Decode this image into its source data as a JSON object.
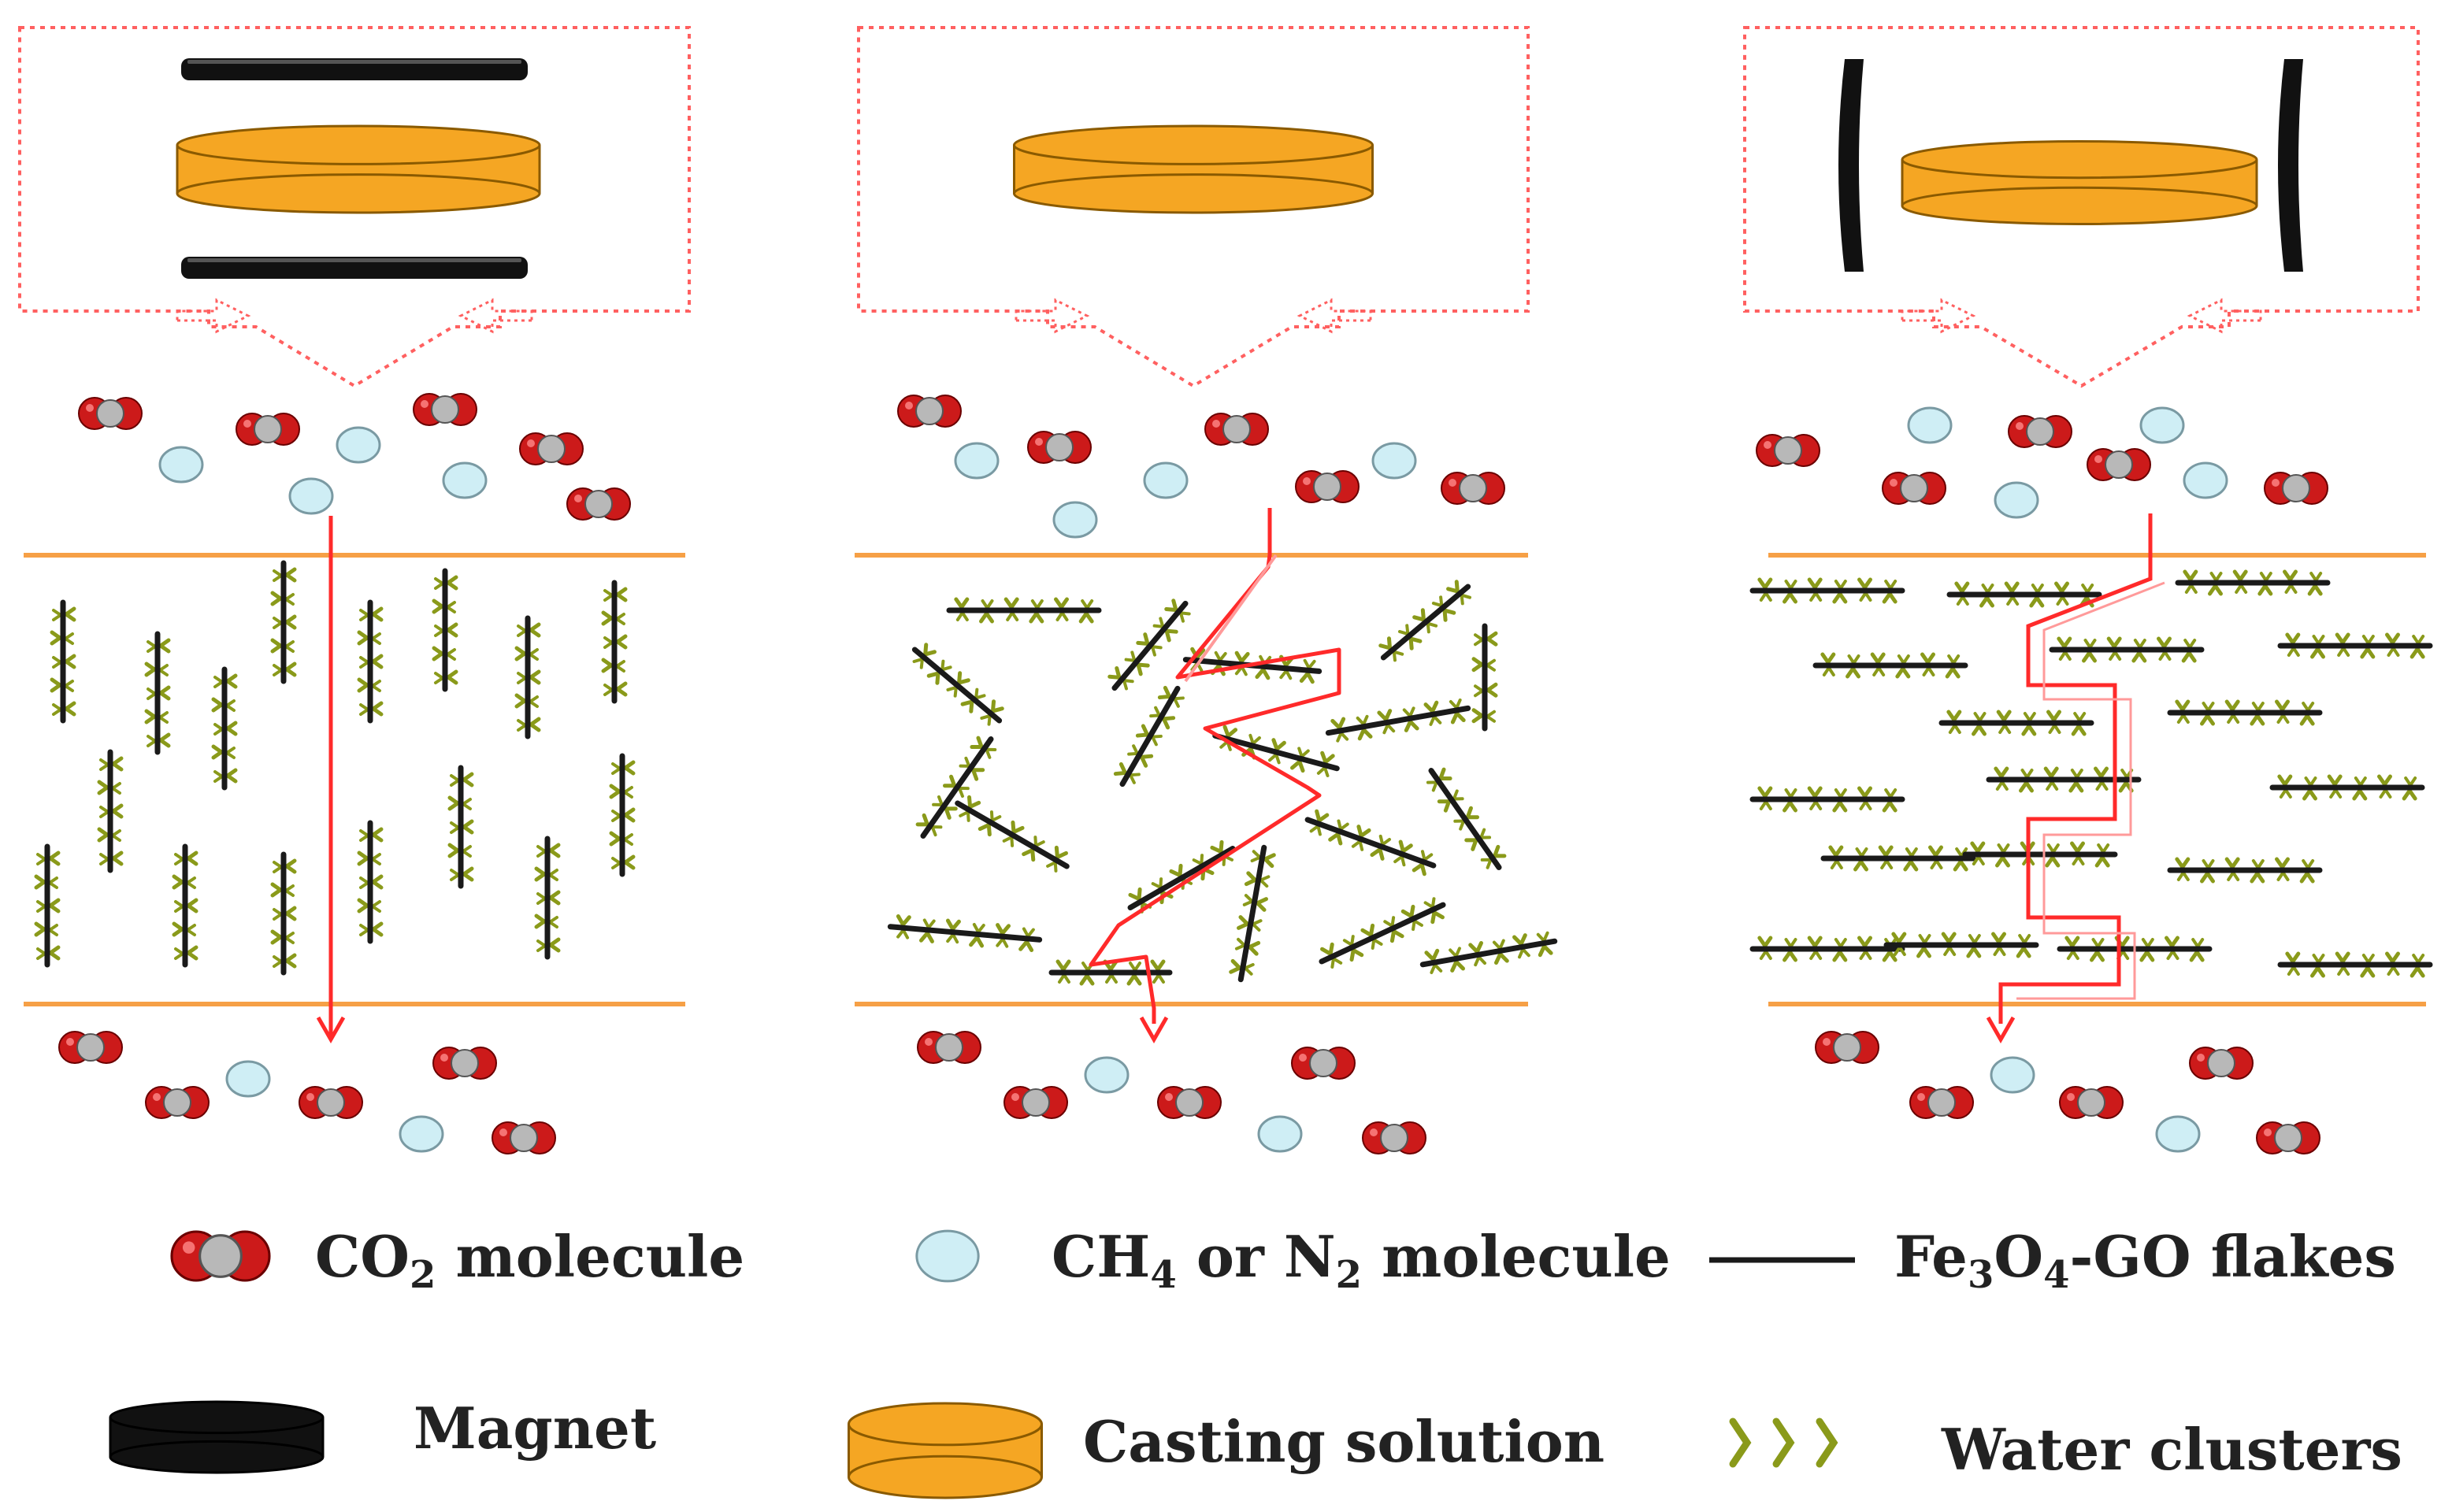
{
  "colors": {
    "co2_oxygen": "#cc1a1a",
    "co2_carbon": "#b8b8b8",
    "gas_fill": "#cfeef5",
    "gas_stroke": "#7a9aa3",
    "flake": "#1a1a1a",
    "water": "#8a9a1a",
    "casting_fill": "#f5a623",
    "casting_stroke": "#8a5a00",
    "magnet": "#111111",
    "membrane_line": "#f6a046",
    "path_red": "#ff2a2a",
    "dotted_box": "#ff6060"
  },
  "panels": [
    {
      "id": "parallel",
      "magnet_orientation": "horizontal-above-below",
      "flake_orientation": "vertical",
      "gas_path": "straight"
    },
    {
      "id": "no-magnet",
      "magnet_orientation": "none",
      "flake_orientation": "random",
      "gas_path": "tortuous"
    },
    {
      "id": "perpendicular",
      "magnet_orientation": "vertical-left-right",
      "flake_orientation": "horizontal",
      "gas_path": "stepped"
    }
  ],
  "legend": {
    "co2": {
      "prefix": "CO",
      "sub": "2",
      "suffix": " molecule"
    },
    "ch4_n2": {
      "a": "CH",
      "a_sub": "4",
      "mid": " or N",
      "b_sub": "2",
      "suffix": " molecule"
    },
    "flakes": {
      "a": "Fe",
      "a_sub": "3",
      "b": "O",
      "b_sub": "4",
      "suffix": "-GO flakes"
    },
    "magnet": "Magnet",
    "casting": "Casting solution",
    "water": "Water clusters"
  }
}
